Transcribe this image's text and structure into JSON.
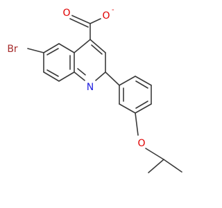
{
  "molecule": {
    "colors": {
      "bond": "#3a3a3a",
      "bromine": "#a52a2a",
      "oxygen": "#e00000",
      "nitrogen": "#2020e0"
    },
    "atoms": {
      "bromine": {
        "symbol": "Br"
      },
      "nitrogen": {
        "symbol": "N"
      },
      "carboxylate_o_double": {
        "symbol": "O"
      },
      "carboxylate_o_single": {
        "symbol": "O"
      },
      "carboxylate_charge": {
        "symbol": "-"
      },
      "ether_oxygen": {
        "symbol": "O"
      }
    }
  }
}
